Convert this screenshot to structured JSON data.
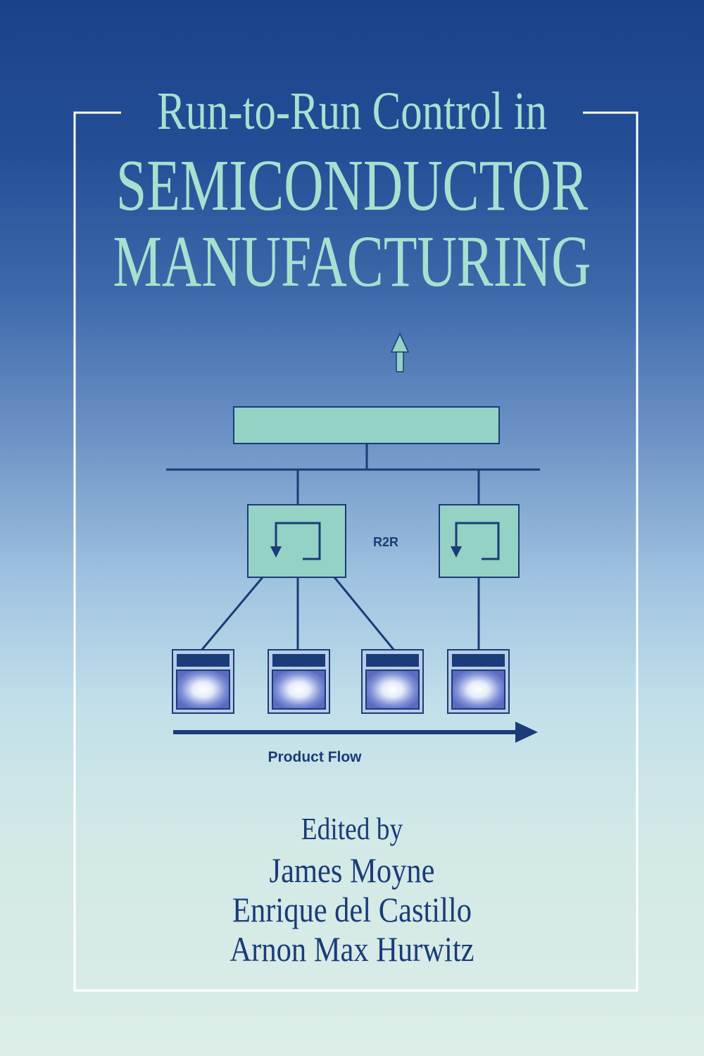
{
  "title": {
    "line1": "Run-to-Run Control in",
    "line2": "SEMICONDUCTOR",
    "line3": "MANUFACTURING"
  },
  "diagram": {
    "controller_label": "R2R",
    "flow_label": "Product Flow"
  },
  "credits": {
    "edited_by": "Edited by",
    "editors": [
      "James Moyne",
      "Enrique del Castillo",
      "Arnon Max Hurwitz"
    ]
  },
  "colors": {
    "background_top": "#1a428a",
    "background_bottom": "#dbece6",
    "title_text": "#a8e0d0",
    "box_fill": "#93d2c4",
    "line_dark": "#1a3c78",
    "frame": "#ffffff"
  }
}
